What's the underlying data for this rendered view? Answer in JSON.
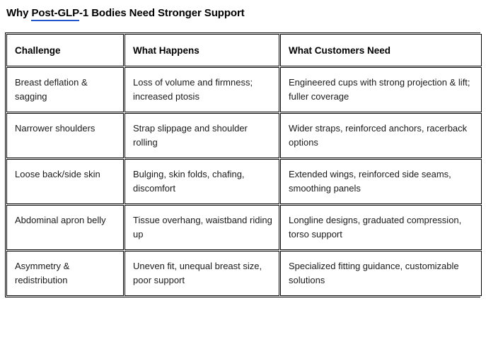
{
  "document": {
    "title_prefix": "Why ",
    "title_flagged_word": "Post-GLP",
    "title_suffix": "-1 Bodies Need Stronger Support",
    "spellcheck_underline_color": "#2255cc",
    "text_color": "#1a1a1a",
    "border_color": "#000000",
    "background_color": "#ffffff"
  },
  "table": {
    "columns": [
      {
        "key": "challenge",
        "header": "Challenge"
      },
      {
        "key": "what_happens",
        "header": "What Happens"
      },
      {
        "key": "what_customers_need",
        "header": "What Customers Need"
      }
    ],
    "rows": [
      {
        "challenge": "Breast deflation & sagging",
        "what_happens": "Loss of volume and firmness; increased ptosis",
        "what_customers_need": "Engineered cups with strong projection & lift; fuller coverage"
      },
      {
        "challenge": "Narrower shoulders",
        "what_happens": "Strap slippage and shoulder rolling",
        "what_customers_need": "Wider straps, reinforced anchors, racerback options"
      },
      {
        "challenge": "Loose back/side skin",
        "what_happens": "Bulging, skin folds, chafing, discomfort",
        "what_customers_need": "Extended wings, reinforced side seams, smoothing panels"
      },
      {
        "challenge": "Abdominal apron belly",
        "what_happens": "Tissue overhang, waistband riding up",
        "what_customers_need": "Longline designs, graduated compression, torso support"
      },
      {
        "challenge": "Asymmetry & redistribution",
        "what_happens": "Uneven fit, unequal breast size, poor support",
        "what_customers_need": "Specialized fitting guidance, customizable solutions"
      }
    ]
  }
}
